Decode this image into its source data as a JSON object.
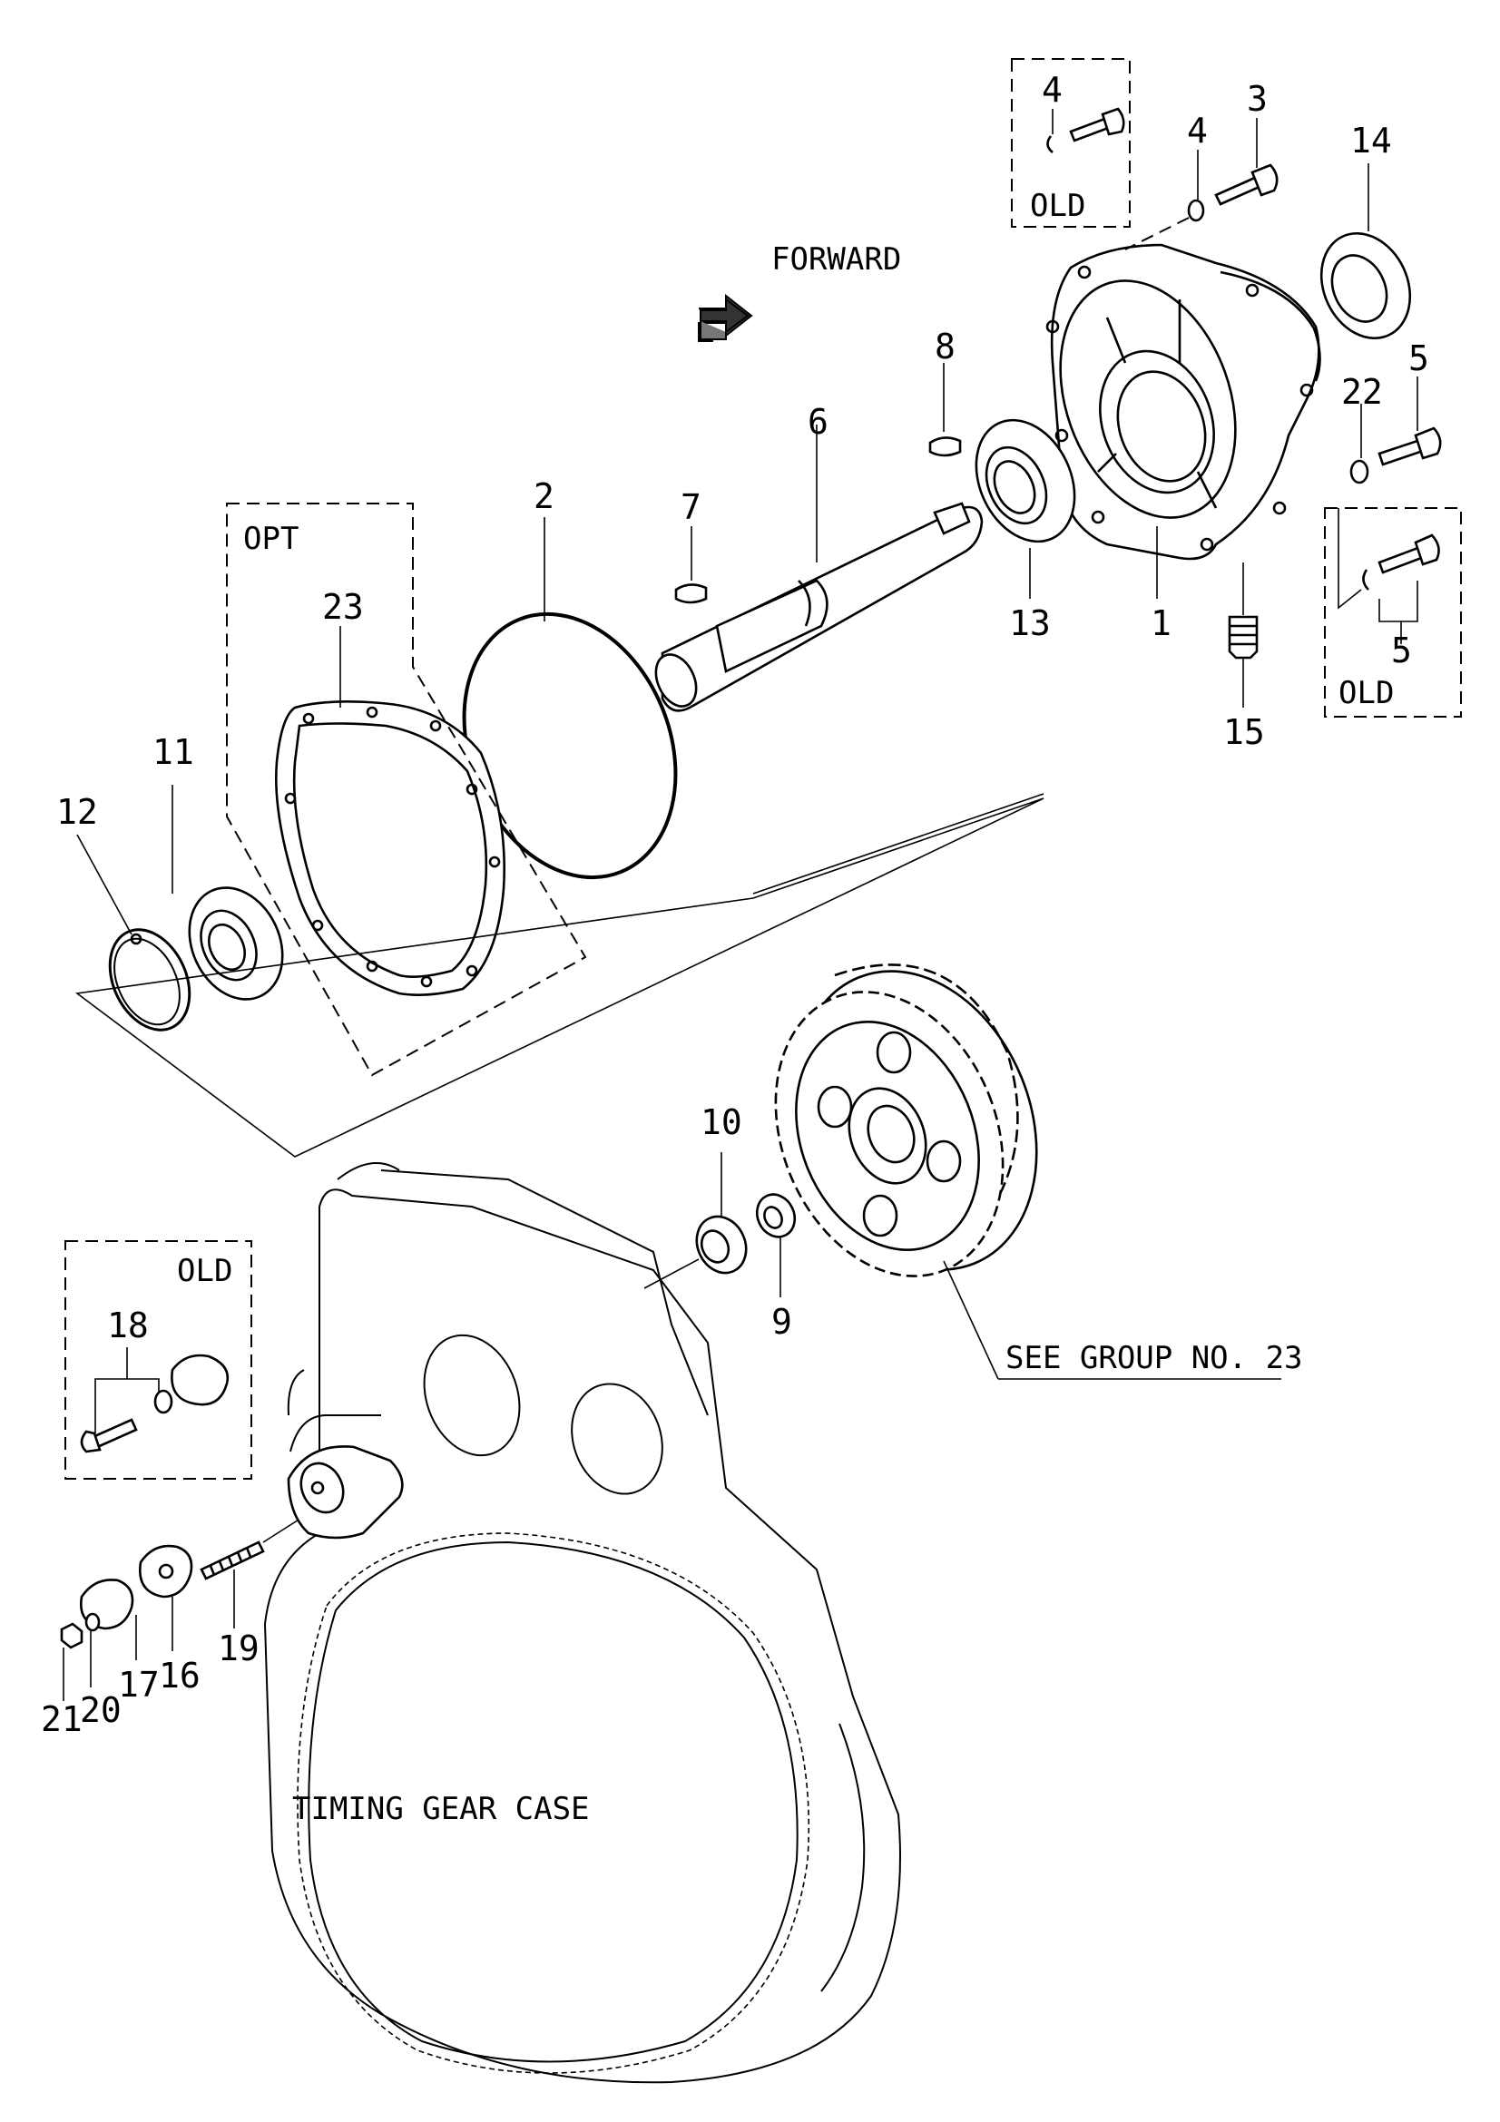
{
  "labels": {
    "forward": "FORWARD",
    "opt": "OPT",
    "old_top": "OLD",
    "old_right": "OLD",
    "old_left": "OLD",
    "see_group": "SEE GROUP NO. 23",
    "timing_gear_case": "TIMING GEAR CASE"
  },
  "callouts": {
    "p1": "1",
    "p2": "2",
    "p3": "3",
    "p4": "4",
    "p4_old": "4",
    "p5": "5",
    "p5_old": "5",
    "p6": "6",
    "p7": "7",
    "p8": "8",
    "p9": "9",
    "p10": "10",
    "p11": "11",
    "p12": "12",
    "p13": "13",
    "p14": "14",
    "p15": "15",
    "p16": "16",
    "p17": "17",
    "p18": "18",
    "p19": "19",
    "p20": "20",
    "p21": "21",
    "p22": "22",
    "p23": "23"
  }
}
